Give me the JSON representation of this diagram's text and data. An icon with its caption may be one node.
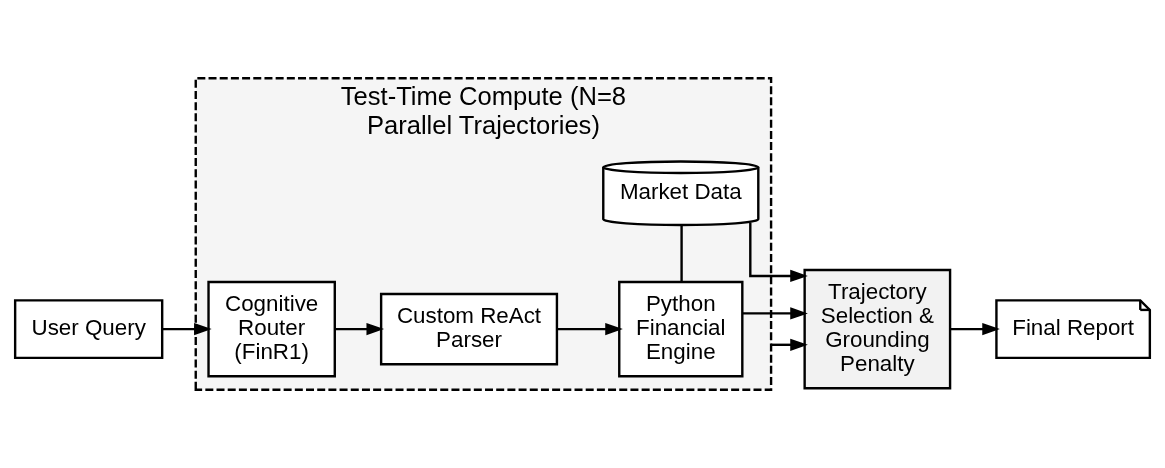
{
  "diagram": {
    "nodes": [
      {
        "text": [
          "Test-Time Compute (N=8 Parallel Trajectories)"
        ]
      },
      {
        "text": [
          "User Query"
        ]
      },
      {
        "text": [
          "Cognitive Router (FinR1)"
        ],
        "in": 0
      },
      {
        "text": [
          "Custom ReAct Parser"
        ],
        "in": 0
      },
      {
        "text": [
          "Python Financial Engine"
        ],
        "in": 0
      },
      {
        "text": [
          "Market Data"
        ],
        "in": 0
      },
      {
        "text": [
          "Trajectory Selection & Grounding Penalty"
        ]
      },
      {
        "text": [
          "Final Report"
        ]
      }
    ],
    "edges": [
      {
        "from": 1,
        "to": 2,
        "arrow": "to"
      },
      {
        "from": 2,
        "to": 3,
        "arrow": "to"
      },
      {
        "from": 3,
        "to": 4,
        "arrow": "to"
      },
      {
        "from": 4,
        "to": 5,
        "arrow": "none"
      },
      {
        "from": 0,
        "to": 6,
        "arrow": "to"
      },
      {
        "from": 4,
        "to": 6,
        "arrow": "to"
      },
      {
        "from": 5,
        "to": 6,
        "arrow": "to"
      },
      {
        "from": 6,
        "to": 7,
        "arrow": "to"
      }
    ]
  }
}
